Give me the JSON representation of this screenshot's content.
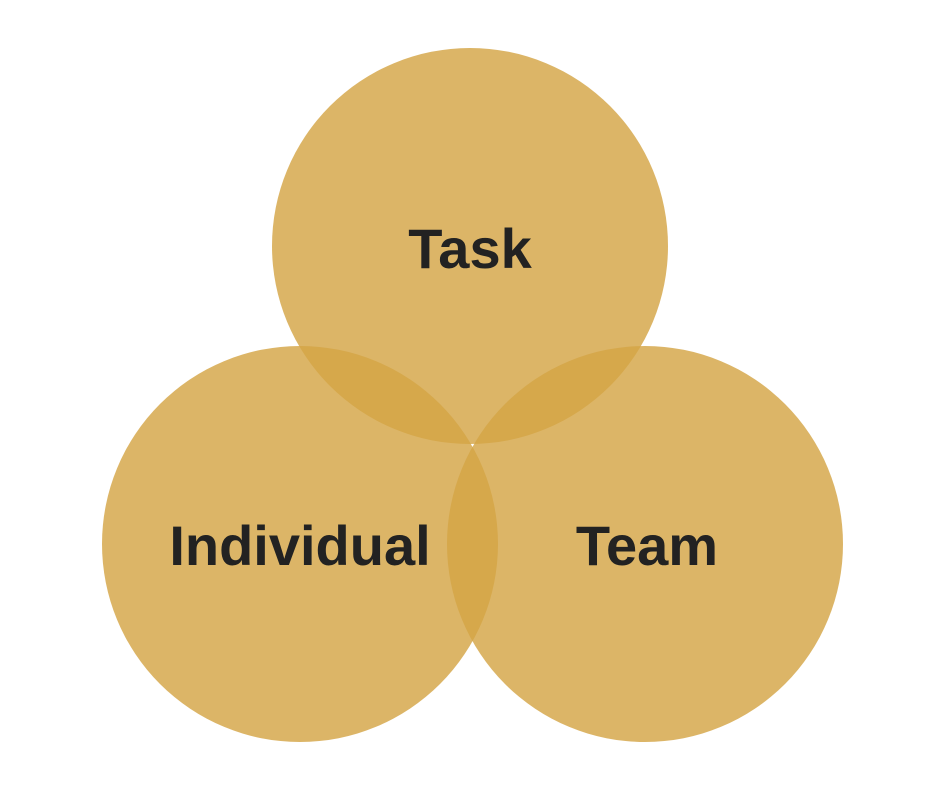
{
  "diagram": {
    "type": "venn",
    "sets": [
      {
        "id": "task",
        "label": "Task"
      },
      {
        "id": "individual",
        "label": "Individual"
      },
      {
        "id": "team",
        "label": "Team"
      }
    ]
  },
  "colors": {
    "circle_fill": "#d4a545",
    "circle_opacity": 0.82,
    "label_text": "#222222",
    "background": "#ffffff"
  }
}
